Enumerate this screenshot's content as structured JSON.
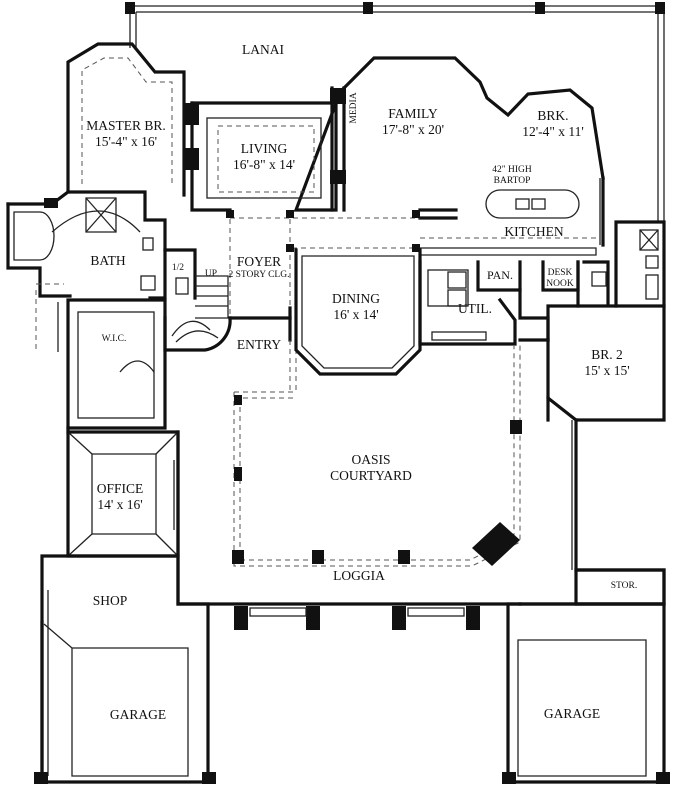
{
  "rooms": {
    "lanai": "LANAI",
    "master_name": "MASTER BR.",
    "master_size": "15'-4\" x 16'",
    "living_name": "LIVING",
    "living_size": "16'-8\" x 14'",
    "media": "MEDIA",
    "family_name": "FAMILY",
    "family_size": "17'-8\" x 20'",
    "brk_name": "BRK.",
    "brk_size": "12'-4\" x 11'",
    "bartop_line1": "42\" HIGH",
    "bartop_line2": "BARTOP",
    "kitchen": "KITCHEN",
    "bath": "BATH",
    "half_bath": "1/2",
    "up": "UP",
    "foyer_name": "FOYER",
    "foyer_note": "2 STORY CLG.",
    "pan": "PAN.",
    "desk_line1": "DESK",
    "desk_line2": "NOOK",
    "dining_name": "DINING",
    "dining_size": "16' x 14'",
    "util": "UTIL.",
    "wic": "W.I.C.",
    "entry": "ENTRY",
    "br2_name": "BR. 2",
    "br2_size": "15' x 15'",
    "oasis_line1": "OASIS",
    "oasis_line2": "COURTYARD",
    "office_name": "OFFICE",
    "office_size": "14' x 16'",
    "loggia": "LOGGIA",
    "stor": "STOR.",
    "shop": "SHOP",
    "garage_left": "GARAGE",
    "garage_right": "GARAGE"
  }
}
